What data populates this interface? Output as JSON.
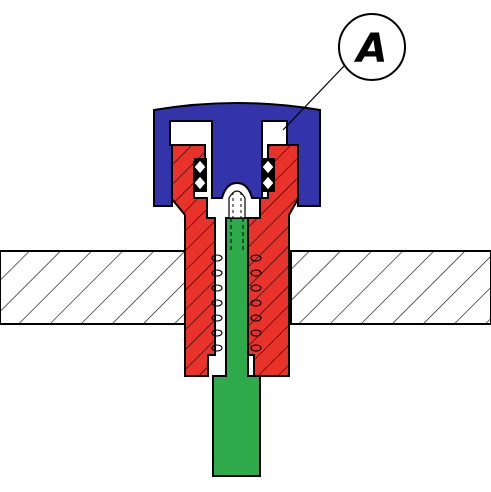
{
  "diagram": {
    "callout": {
      "label": "A"
    },
    "colors": {
      "cap": "#3333aa",
      "housing": "#e8322a",
      "stem": "#2eaa4a",
      "plate_hatch": "#000000",
      "outline": "#000000",
      "background": "#ffffff"
    },
    "parts": [
      "cap",
      "housing",
      "stem",
      "spring",
      "o-rings",
      "mounting-plate"
    ]
  }
}
